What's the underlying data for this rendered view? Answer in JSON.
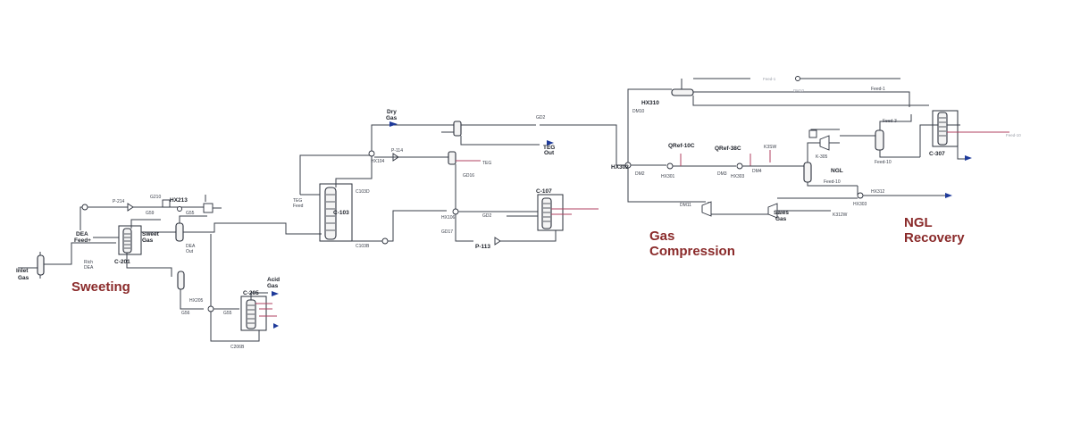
{
  "sections": {
    "sweeting": "Sweeting",
    "gas_compression_line1": "Gas",
    "gas_compression_line2": "Compression",
    "ngl_recovery_line1": "NGL",
    "ngl_recovery_line2": "Recovery"
  },
  "labels": {
    "inlet_gas_1": "Inlet",
    "inlet_gas_2": "Gas",
    "dea_feed_1": "DEA",
    "dea_feed_2": "Feed+",
    "rich_dea_1": "Rich",
    "rich_dea_2": "DEA",
    "c201": "C-201",
    "sweet_gas_1": "Sweet",
    "sweet_gas_2": "Gas",
    "dea_out_1": "DEA",
    "dea_out_2": "Out",
    "p214": "P-214",
    "g210": "G210",
    "hx213": "HX213",
    "g59": "G59",
    "g55": "G55",
    "g56": "G56",
    "hx205": "HX205",
    "c205": "C-205",
    "c206b": "C206B",
    "acid_gas_1": "Acid",
    "acid_gas_2": "Gas",
    "teg_feed_1": "TEG",
    "teg_feed_2": "Feed",
    "c103": "C-103",
    "c103d": "C103D",
    "c103b": "C103B",
    "dry_gas_1": "Dry",
    "dry_gas_2": "Gas",
    "p114": "P-114",
    "hx104": "HX104",
    "teg": "TEG",
    "teg_out_1": "TEG",
    "teg_out_2": "Out",
    "gd16": "GD16",
    "hx106": "HX106",
    "gd17": "GD17",
    "gd2": "GD2",
    "p113": "P-113",
    "c107": "C-107",
    "hx310": "HX310",
    "dm10": "DM10",
    "feed1": "Feed-1",
    "qref10c": "QRef-10C",
    "qref38c": "QRef-38C",
    "k3sw": "K3SW",
    "hx302": "HX302",
    "dm2": "DM2",
    "hx301": "HX301",
    "dm3": "DM3",
    "hx303": "HX303",
    "dm4": "DM4",
    "dm11": "DM11",
    "k305": "K-305",
    "ngl": "NGL",
    "feed3": "Feed-3",
    "feed310": "Feed-10",
    "feed10": "Feed-10",
    "c307": "C-307",
    "hx303b": "HX303",
    "hx312": "HX312",
    "k312w": "K312W",
    "sales_gas_1": "Sales",
    "sales_gas_2": "Gas"
  }
}
